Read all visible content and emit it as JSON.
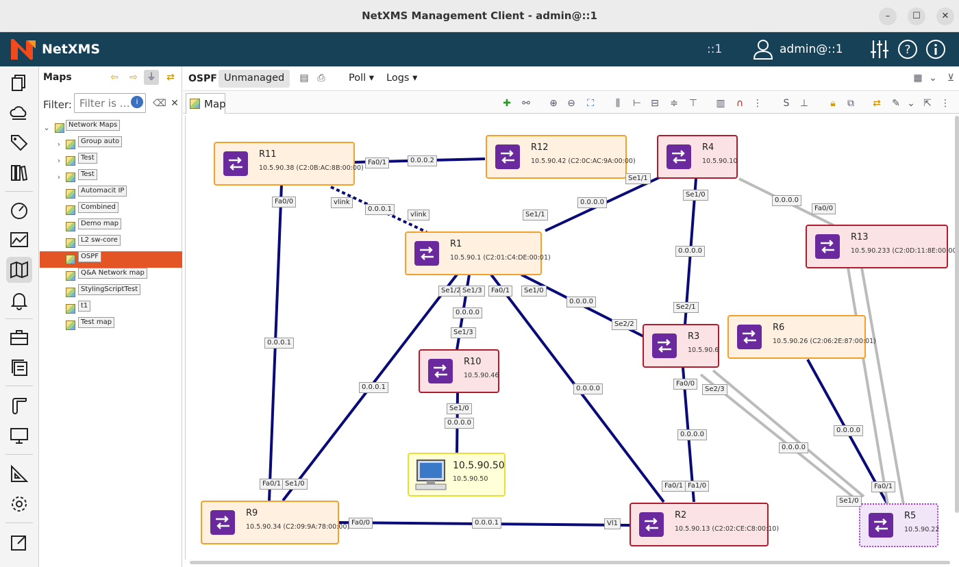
{
  "window": {
    "title": "NetXMS Management Client - admin@::1",
    "min": "–",
    "max": "☐",
    "close": "✕"
  },
  "appbar": {
    "app_name": "NetXMS",
    "server": "::1",
    "user": "admin@::1"
  },
  "nav": {
    "title": "Maps",
    "filter_label": "Filter:",
    "filter_placeholder": "Filter is …",
    "tree_root": "Network Maps",
    "items": [
      "Group auto",
      "Test",
      "Test",
      "Automacit IP",
      "Combined",
      "Demo map",
      "L2 sw-core",
      "OSPF",
      "Q&A Network map",
      "StylingScriptTest",
      "t1",
      "Test map"
    ]
  },
  "toolbar": {
    "context": "OSPF",
    "unmanaged": "Unmanaged",
    "poll": "Poll ▾",
    "logs": "Logs ▾"
  },
  "tab": {
    "label": "Map"
  },
  "nodes": [
    {
      "name": "R11",
      "ip": "10.5.90.38 (C2:0B:AC:8B:00:00)"
    },
    {
      "name": "R12",
      "ip": "10.5.90.42 (C2:0C:AC:9A:00:00)"
    },
    {
      "name": "R4",
      "ip": "10.5.90.10"
    },
    {
      "name": "R13",
      "ip": "10.5.90.233 (C2:0D:11:8E:00:00)"
    },
    {
      "name": "R1",
      "ip": "10.5.90.1 (C2:01:C4:DE:00:01)"
    },
    {
      "name": "R3",
      "ip": "10.5.90.6"
    },
    {
      "name": "R6",
      "ip": "10.5.90.26 (C2:06:2E:87:00:01)"
    },
    {
      "name": "R10",
      "ip": "10.5.90.46"
    },
    {
      "name": "10.5.90.50",
      "ip": "10.5.90.50"
    },
    {
      "name": "R9",
      "ip": "10.5.90.34 (C2:09:9A:78:00:00)"
    },
    {
      "name": "R2",
      "ip": "10.5.90.13 (C2:02:CE:C8:00:10)"
    },
    {
      "name": "R5",
      "ip": "10.5.90.22"
    }
  ],
  "link_labels": [
    "Fa0/1",
    "0.0.0.2",
    "vlink",
    "0.0.0.1",
    "vlink",
    "Fa0/0",
    "Se1/1",
    "0.0.0.0",
    "Se1/1",
    "Se1/0",
    "0.0.0.0",
    "Fa0/0",
    "0.0.0.0",
    "Se1/2",
    "Se1/3",
    "Fa0/1",
    "Se1/0",
    "0.0.0.0",
    "0.0.0.0",
    "Se1/3",
    "Se2/1",
    "Se2/2",
    "0.0.0.1",
    "0.0.0.1",
    "0.0.0.0",
    "Fa0/0",
    "Se2/3",
    "Se1/0",
    "0.0.0.0",
    "0.0.0.0",
    "0.0.0.0",
    "0.0.0.0",
    "Fa0/1",
    "Se1/0",
    "Fa0/1",
    "Fa1/0",
    "Fa0/1",
    "Se1/0",
    "Fa0/0",
    "0.0.0.1",
    "Vl1"
  ],
  "colors": {
    "appbar": "#164157",
    "selected": "#e35524",
    "link": "#0a0a78",
    "link_gray": "#bbbbbb"
  }
}
